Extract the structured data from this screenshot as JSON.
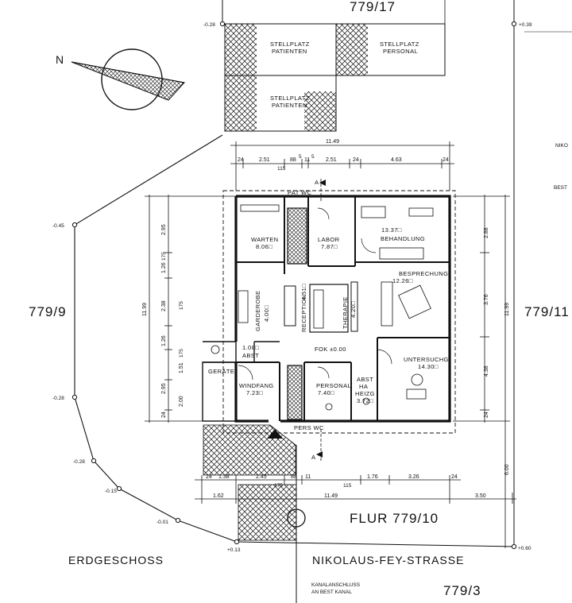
{
  "parcels": {
    "north": "779/17",
    "west": "779/9",
    "east": "779/11",
    "south": "779/3",
    "flur": "FLUR 779/10"
  },
  "titles": {
    "floor": "ERDGESCHOSS",
    "street": "NIKOLAUS-FEY-STRASSE",
    "sewer_line1": "KANALANSCHLUSS",
    "sewer_line2": "AN BEST KANAL",
    "edge_top": "NIKO",
    "edge_mid": "BEST"
  },
  "compass": {
    "north_label": "N"
  },
  "parking": {
    "p1_line1": "STELLPLATZ",
    "p1_line2": "PATIENTEN",
    "p2_line1": "STELLPLATZ",
    "p2_line2": "PERSONAL",
    "p3_line1": "STELLPLATZ",
    "p3_line2": "PATIENTEN"
  },
  "rooms": {
    "warten": "WARTEN",
    "warten_area": "8.06□",
    "labor": "LABOR",
    "labor_area": "7.87□",
    "behandlung": "BEHANDLUNG",
    "behandlung_area": "13.37□",
    "besprechung": "BESPRECHUNG",
    "besprechung_area": "12.26□",
    "garderobe": "GARDEROBE",
    "garderobe_area": "4.00□",
    "reception": "RECEPTION",
    "reception_area": "4.51□",
    "therapie": "THERAPIE",
    "therapie_area": "4.20□",
    "fok": "FOK ±0.00",
    "wc": "1.08□",
    "abst1": "ABST",
    "gerate": "GERÄTE",
    "windfang": "WINDFANG",
    "windfang_area": "7.23□",
    "personal": "PERSONAL",
    "personal_area": "7.40□",
    "abst_line1": "ABST",
    "abst_line2": "HA",
    "abst_line3": "HEIZG",
    "abst_area": "3.72□",
    "untersuchg": "UNTERSUCHG",
    "untersuchg_area": "14.30□",
    "pat_wc": "PAT WC",
    "pers_wc": "PERS WC",
    "section_a": "A"
  },
  "levels": {
    "top_left": "-0.28",
    "top_right": "+0.39",
    "left_upper": "-0.45",
    "left_mid": "-0.28",
    "left_low1": "-0.28",
    "left_low2": "-0.15",
    "left_low3": "-0.01",
    "bottom_mid": "+0.13",
    "bottom_right": "+0.60"
  },
  "dims_top": {
    "total": "11.49",
    "d1": "24",
    "d2": "2.51",
    "d3": "88",
    "d4": "11",
    "d5": "2.51",
    "d6": "24",
    "d7": "4.63",
    "d8": "24",
    "s1": "115",
    "s2": "5",
    "s3": "5"
  },
  "dims_bottom": {
    "d1": "24",
    "d2": "1.38",
    "d3": "2.45",
    "d4": "88",
    "d5": "11",
    "d6": "1.76",
    "d7": "3.26",
    "d8": "24",
    "s1": "175",
    "s2": "115",
    "left": "1.62",
    "total": "11.49",
    "right": "3.50"
  },
  "dims_left": {
    "total": "11.99",
    "d1": "2.95",
    "d2": "1.26",
    "d3": "2.38",
    "d4": "1.26",
    "d5": "1.51",
    "d6": "2.95",
    "d7": "2.00",
    "d8": "24",
    "s1": "175",
    "s2": "175",
    "s3": "175"
  },
  "dims_right": {
    "total": "11.99",
    "d1": "2.88",
    "d2": "3.76",
    "d3": "4.38",
    "d4": "24",
    "d5": "6.00"
  }
}
